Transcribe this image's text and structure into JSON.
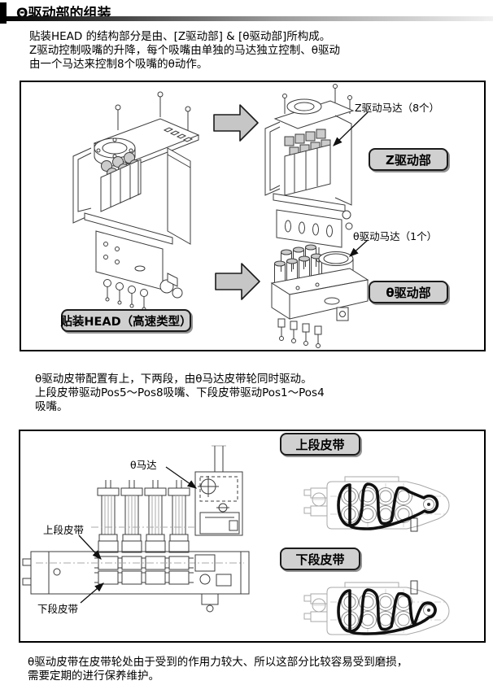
{
  "header": {
    "title": "Θ驱动部的组装"
  },
  "intro": {
    "lines": [
      "贴装HEAD 的结构部分是由、[Z驱动部] & [θ驱动部]所构成。",
      "Z驱动控制吸嘴的升降，每个吸嘴由单独的马达独立控制、θ驱动",
      "由一个马达来控制8个吸嘴的θ动作。"
    ]
  },
  "figure1": {
    "head_button": "贴装HEAD（高速类型）",
    "z_unit_button": "Z驱动部",
    "theta_unit_button": "θ驱动部",
    "z_motor_callout": "Z驱动马达（8个）",
    "theta_motor_callout": "θ驱动马达（1个）"
  },
  "middle": {
    "lines": [
      "θ驱动皮带配置有上，下两段，由θ马达皮带轮同时驱动。",
      "上段皮带驱动Pos5～Pos8吸嘴、下段皮带驱动Pos1～Pos4",
      "吸嘴。"
    ]
  },
  "figure2": {
    "upper_belt_button": "上段皮带",
    "lower_belt_button": "下段皮带",
    "theta_motor_callout": "θ马达",
    "upper_belt_callout": "上段皮带",
    "lower_belt_callout": "下段皮带"
  },
  "footer": {
    "lines": [
      "θ驱动皮带在皮带轮处由于受到的作用力较大、所以这部分比较容易受到磨损，",
      "需要定期的进行保养维护。"
    ]
  },
  "colors": {
    "button_fill": "#d0d0d0",
    "block_arrow_fill": "#c6c6c6",
    "line_art": "#3c3c3c",
    "belt": "#101010",
    "body_outline": "#a8a8a8"
  }
}
